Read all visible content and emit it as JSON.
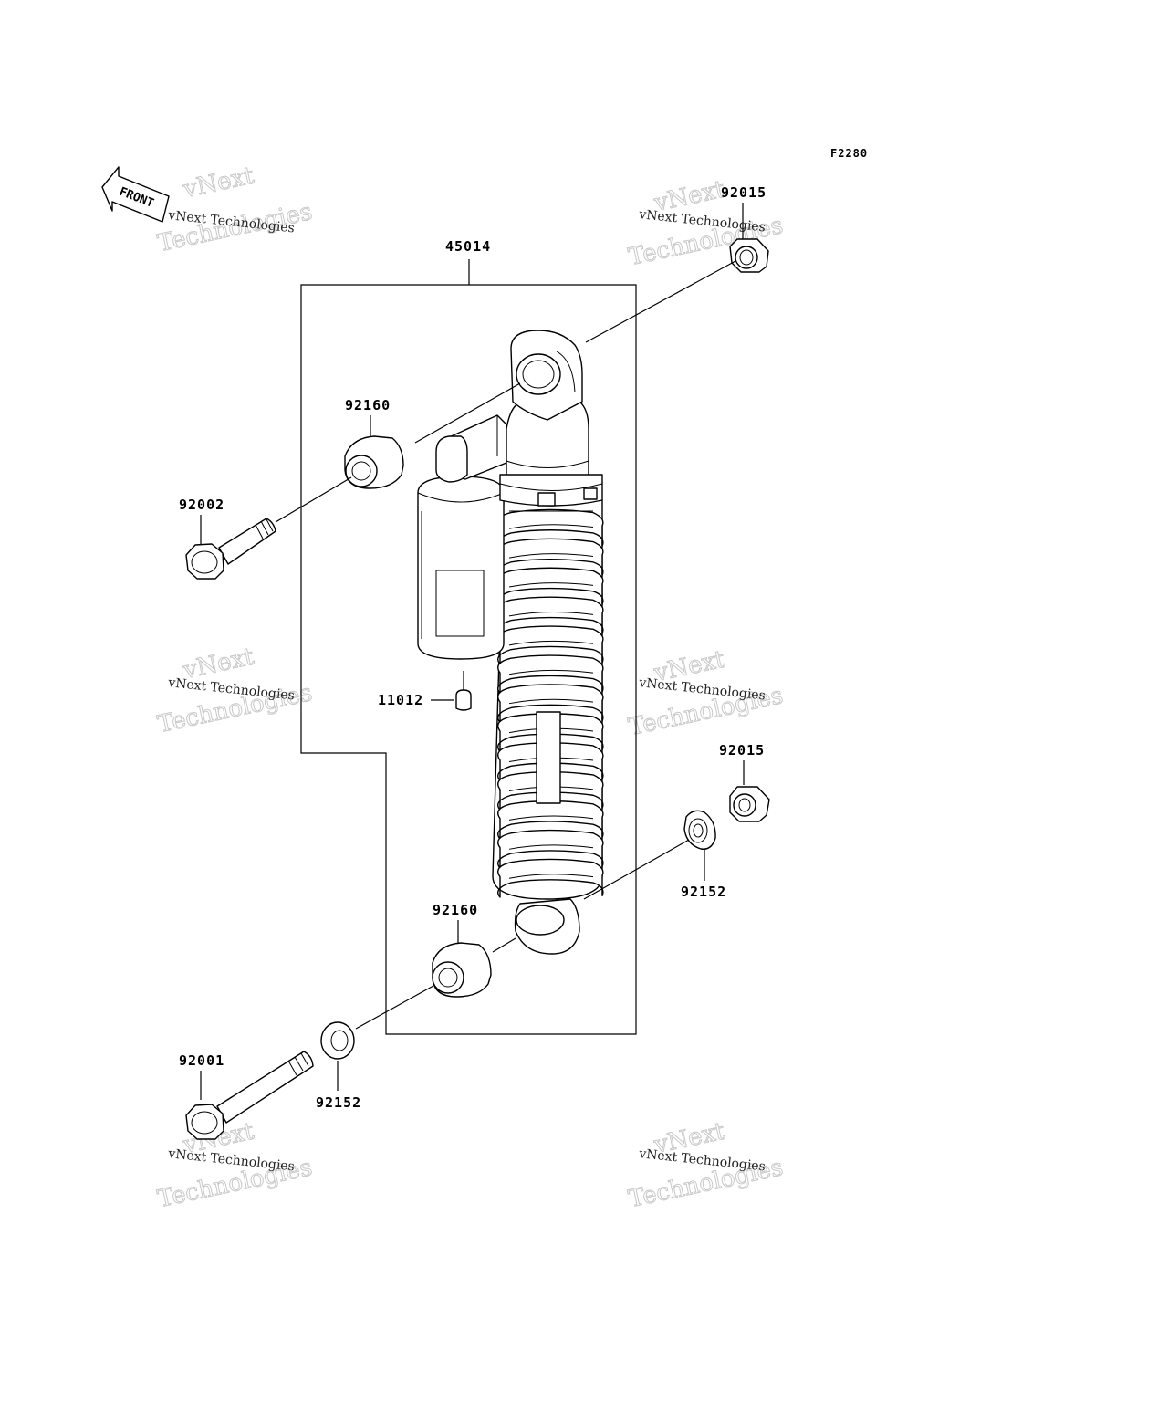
{
  "figure_code": "F2280",
  "front_arrow_label": "FRONT",
  "watermark": {
    "line1": "vNext",
    "line2": "Technologies",
    "caption": "vNext Technologies"
  },
  "parts": {
    "shock_assembly": "45014",
    "nut_top": "92015",
    "nut_bottom": "92015",
    "collar_top": "92160",
    "collar_bottom": "92160",
    "bolt_top": "92002",
    "bolt_bottom": "92001",
    "valve_cap": "11012",
    "washer_right": "92152",
    "washer_left": "92152"
  }
}
